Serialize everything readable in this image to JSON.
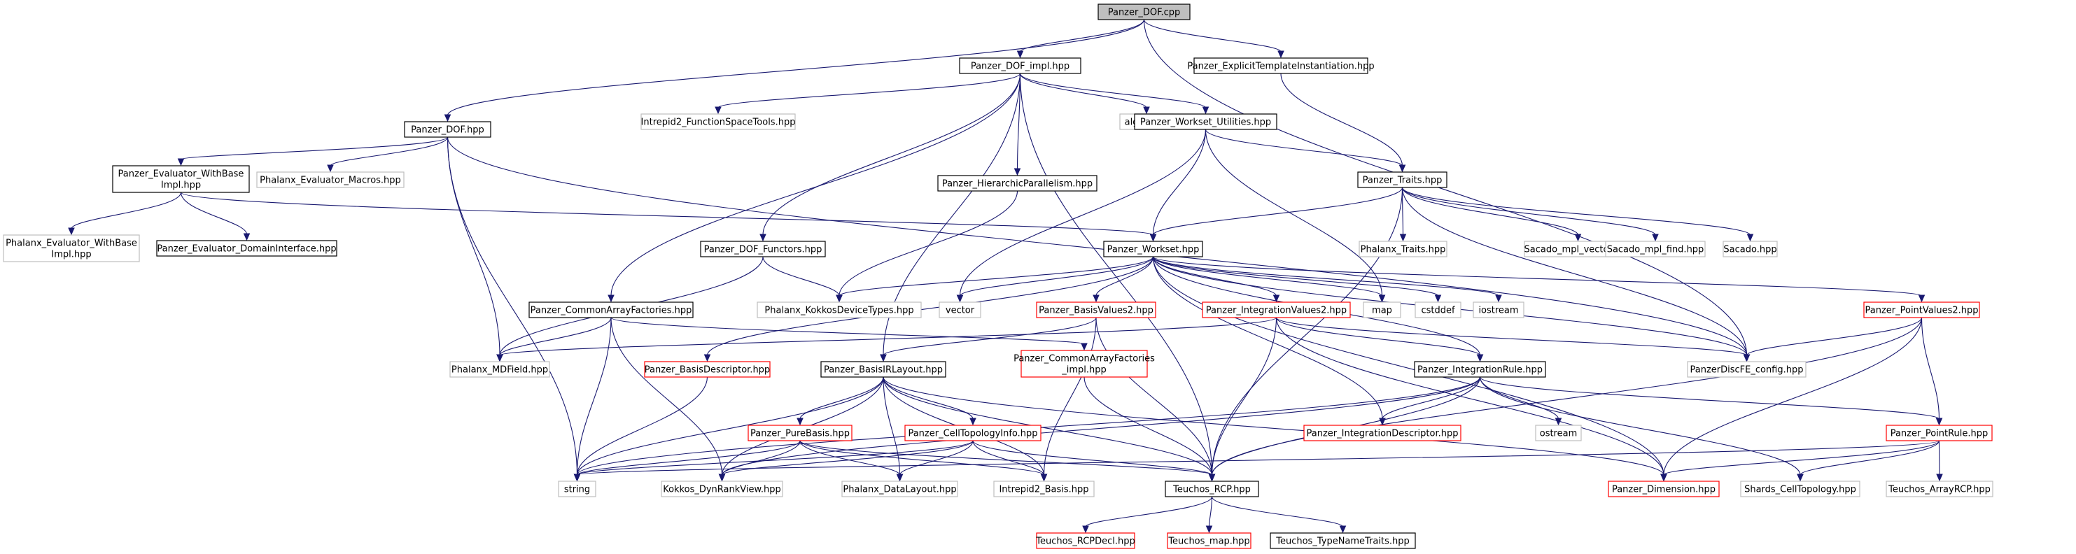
{
  "diagram": {
    "type": "include-dependency-graph",
    "colors": {
      "edge": "#191970",
      "root_fill": "#bfbfbf",
      "normal_border": "#000000",
      "truncated_border": "#ff0000",
      "external_border": "#bfbfbf",
      "node_fill": "#ffffff"
    },
    "nodes": [
      {
        "id": "dof_cpp",
        "label": "Panzer_DOF.cpp",
        "style": "root"
      },
      {
        "id": "dof_impl",
        "label": "Panzer_DOF_impl.hpp",
        "style": "normal"
      },
      {
        "id": "eti",
        "label": "Panzer_ExplicitTemplateInstantiation.hpp",
        "style": "normal"
      },
      {
        "id": "dof_hpp",
        "label": "Panzer_DOF.hpp",
        "style": "normal"
      },
      {
        "id": "fst",
        "label": "Intrepid2_FunctionSpaceTools.hpp",
        "style": "external"
      },
      {
        "id": "algorithm",
        "label": "algorithm",
        "style": "external"
      },
      {
        "id": "wsu",
        "label": "Panzer_Workset_Utilities.hpp",
        "style": "normal"
      },
      {
        "id": "evb",
        "label": "Panzer_Evaluator_WithBase\nImpl.hpp",
        "style": "normal"
      },
      {
        "id": "pem",
        "label": "Phalanx_Evaluator_Macros.hpp",
        "style": "external"
      },
      {
        "id": "hier",
        "label": "Panzer_HierarchicParallelism.hpp",
        "style": "normal"
      },
      {
        "id": "traits",
        "label": "Panzer_Traits.hpp",
        "style": "normal"
      },
      {
        "id": "pevb",
        "label": "Phalanx_Evaluator_WithBase\nImpl.hpp",
        "style": "external"
      },
      {
        "id": "edi",
        "label": "Panzer_Evaluator_DomainInterface.hpp",
        "style": "normal"
      },
      {
        "id": "dof_func",
        "label": "Panzer_DOF_Functors.hpp",
        "style": "normal"
      },
      {
        "id": "workset",
        "label": "Panzer_Workset.hpp",
        "style": "normal"
      },
      {
        "id": "ptraits",
        "label": "Phalanx_Traits.hpp",
        "style": "external"
      },
      {
        "id": "smv",
        "label": "Sacado_mpl_vector.hpp",
        "style": "external"
      },
      {
        "id": "smf",
        "label": "Sacado_mpl_find.hpp",
        "style": "external"
      },
      {
        "id": "sacado",
        "label": "Sacado.hpp",
        "style": "external"
      },
      {
        "id": "caf",
        "label": "Panzer_CommonArrayFactories.hpp",
        "style": "normal"
      },
      {
        "id": "pkdt",
        "label": "Phalanx_KokkosDeviceTypes.hpp",
        "style": "external"
      },
      {
        "id": "vector",
        "label": "vector",
        "style": "external"
      },
      {
        "id": "bv2",
        "label": "Panzer_BasisValues2.hpp",
        "style": "truncated"
      },
      {
        "id": "iv2",
        "label": "Panzer_IntegrationValues2.hpp",
        "style": "truncated"
      },
      {
        "id": "map",
        "label": "map",
        "style": "external"
      },
      {
        "id": "cstddef",
        "label": "cstddef",
        "style": "external"
      },
      {
        "id": "iostream",
        "label": "iostream",
        "style": "external"
      },
      {
        "id": "pv2",
        "label": "Panzer_PointValues2.hpp",
        "style": "truncated"
      },
      {
        "id": "mdfield",
        "label": "Phalanx_MDField.hpp",
        "style": "external"
      },
      {
        "id": "bdesc",
        "label": "Panzer_BasisDescriptor.hpp",
        "style": "truncated"
      },
      {
        "id": "birl",
        "label": "Panzer_BasisIRLayout.hpp",
        "style": "normal"
      },
      {
        "id": "cafi",
        "label": "Panzer_CommonArrayFactories\n_impl.hpp",
        "style": "truncated"
      },
      {
        "id": "irule",
        "label": "Panzer_IntegrationRule.hpp",
        "style": "normal"
      },
      {
        "id": "config",
        "label": "PanzerDiscFE_config.hpp",
        "style": "external"
      },
      {
        "id": "pbasis",
        "label": "Panzer_PureBasis.hpp",
        "style": "truncated"
      },
      {
        "id": "cti",
        "label": "Panzer_CellTopologyInfo.hpp",
        "style": "truncated"
      },
      {
        "id": "idesc",
        "label": "Panzer_IntegrationDescriptor.hpp",
        "style": "truncated"
      },
      {
        "id": "ostream",
        "label": "ostream",
        "style": "external"
      },
      {
        "id": "prule",
        "label": "Panzer_PointRule.hpp",
        "style": "truncated"
      },
      {
        "id": "string",
        "label": "string",
        "style": "external"
      },
      {
        "id": "kdrv",
        "label": "Kokkos_DynRankView.hpp",
        "style": "external"
      },
      {
        "id": "pdl",
        "label": "Phalanx_DataLayout.hpp",
        "style": "external"
      },
      {
        "id": "i2b",
        "label": "Intrepid2_Basis.hpp",
        "style": "external"
      },
      {
        "id": "rcp",
        "label": "Teuchos_RCP.hpp",
        "style": "normal"
      },
      {
        "id": "dim",
        "label": "Panzer_Dimension.hpp",
        "style": "truncated"
      },
      {
        "id": "sct",
        "label": "Shards_CellTopology.hpp",
        "style": "external"
      },
      {
        "id": "tarcp",
        "label": "Teuchos_ArrayRCP.hpp",
        "style": "external"
      },
      {
        "id": "rcpdecl",
        "label": "Teuchos_RCPDecl.hpp",
        "style": "truncated"
      },
      {
        "id": "tmap",
        "label": "Teuchos_map.hpp",
        "style": "truncated"
      },
      {
        "id": "tnt",
        "label": "Teuchos_TypeNameTraits.hpp",
        "style": "normal"
      }
    ],
    "edges": [
      [
        "dof_cpp",
        "dof_impl"
      ],
      [
        "dof_cpp",
        "eti"
      ],
      [
        "dof_cpp",
        "dof_hpp"
      ],
      [
        "dof_cpp",
        "config"
      ],
      [
        "dof_impl",
        "fst"
      ],
      [
        "dof_impl",
        "algorithm"
      ],
      [
        "dof_impl",
        "wsu"
      ],
      [
        "dof_impl",
        "hier"
      ],
      [
        "dof_impl",
        "dof_func"
      ],
      [
        "dof_impl",
        "caf"
      ],
      [
        "dof_impl",
        "birl"
      ],
      [
        "dof_impl",
        "rcp"
      ],
      [
        "eti",
        "traits"
      ],
      [
        "dof_hpp",
        "evb"
      ],
      [
        "dof_hpp",
        "pem"
      ],
      [
        "dof_hpp",
        "mdfield"
      ],
      [
        "dof_hpp",
        "string"
      ],
      [
        "dof_hpp",
        "config"
      ],
      [
        "wsu",
        "traits"
      ],
      [
        "wsu",
        "workset"
      ],
      [
        "wsu",
        "vector"
      ],
      [
        "wsu",
        "map"
      ],
      [
        "evb",
        "pevb"
      ],
      [
        "evb",
        "edi"
      ],
      [
        "evb",
        "workset"
      ],
      [
        "hier",
        "pkdt"
      ],
      [
        "traits",
        "workset"
      ],
      [
        "traits",
        "ptraits"
      ],
      [
        "traits",
        "smv"
      ],
      [
        "traits",
        "smf"
      ],
      [
        "traits",
        "sacado"
      ],
      [
        "traits",
        "config"
      ],
      [
        "traits",
        "rcp"
      ],
      [
        "dof_func",
        "mdfield"
      ],
      [
        "dof_func",
        "pkdt"
      ],
      [
        "workset",
        "pkdt"
      ],
      [
        "workset",
        "vector"
      ],
      [
        "workset",
        "bv2"
      ],
      [
        "workset",
        "iv2"
      ],
      [
        "workset",
        "map"
      ],
      [
        "workset",
        "cstddef"
      ],
      [
        "workset",
        "iostream"
      ],
      [
        "workset",
        "pv2"
      ],
      [
        "workset",
        "bdesc"
      ],
      [
        "workset",
        "irule"
      ],
      [
        "workset",
        "idesc"
      ],
      [
        "workset",
        "config"
      ],
      [
        "workset",
        "dim"
      ],
      [
        "caf",
        "mdfield"
      ],
      [
        "caf",
        "cafi"
      ],
      [
        "caf",
        "kdrv"
      ],
      [
        "caf",
        "string"
      ],
      [
        "bv2",
        "birl"
      ],
      [
        "bv2",
        "i2b"
      ],
      [
        "bv2",
        "rcp"
      ],
      [
        "iv2",
        "mdfield"
      ],
      [
        "iv2",
        "irule"
      ],
      [
        "iv2",
        "config"
      ],
      [
        "iv2",
        "dim"
      ],
      [
        "iv2",
        "rcp"
      ],
      [
        "pv2",
        "prule"
      ],
      [
        "pv2",
        "config"
      ],
      [
        "pv2",
        "dim"
      ],
      [
        "pv2",
        "rcp"
      ],
      [
        "bdesc",
        "string"
      ],
      [
        "birl",
        "pbasis"
      ],
      [
        "birl",
        "cti"
      ],
      [
        "birl",
        "kdrv"
      ],
      [
        "birl",
        "pdl"
      ],
      [
        "birl",
        "i2b"
      ],
      [
        "birl",
        "rcp"
      ],
      [
        "birl",
        "dim"
      ],
      [
        "birl",
        "string"
      ],
      [
        "cafi",
        "rcp"
      ],
      [
        "irule",
        "idesc"
      ],
      [
        "irule",
        "ostream"
      ],
      [
        "irule",
        "prule"
      ],
      [
        "irule",
        "sct"
      ],
      [
        "irule",
        "rcp"
      ],
      [
        "irule",
        "kdrv"
      ],
      [
        "irule",
        "string"
      ],
      [
        "pbasis",
        "kdrv"
      ],
      [
        "pbasis",
        "pdl"
      ],
      [
        "pbasis",
        "i2b"
      ],
      [
        "pbasis",
        "rcp"
      ],
      [
        "pbasis",
        "string"
      ],
      [
        "cti",
        "kdrv"
      ],
      [
        "cti",
        "pdl"
      ],
      [
        "cti",
        "i2b"
      ],
      [
        "cti",
        "rcp"
      ],
      [
        "cti",
        "string"
      ],
      [
        "prule",
        "string"
      ],
      [
        "prule",
        "sct"
      ],
      [
        "prule",
        "tarcp"
      ],
      [
        "prule",
        "dim"
      ],
      [
        "rcp",
        "rcpdecl"
      ],
      [
        "rcp",
        "tmap"
      ],
      [
        "rcp",
        "tnt"
      ]
    ]
  }
}
